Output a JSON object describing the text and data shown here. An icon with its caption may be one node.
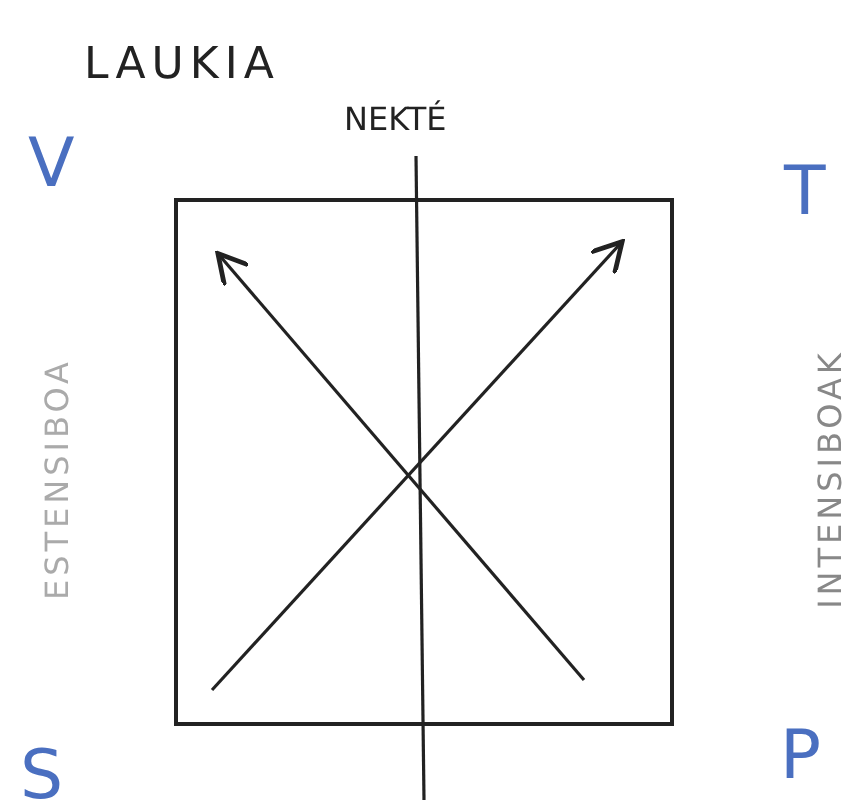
{
  "diagram": {
    "title": "LAUKIA",
    "labels": [
      "NEKTÉ",
      "V",
      "T",
      "ESTENSIBOA",
      "INTENSIBOAK",
      "S",
      "P"
    ]
  }
}
